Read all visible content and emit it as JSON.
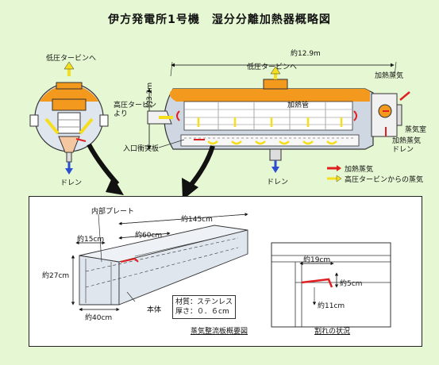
{
  "title": "伊方発電所1号機　湿分分離加熱器概略図",
  "top": {
    "length": "約12.9m",
    "diameter": "約3.2m",
    "lp_turbine_left": "低圧タービンへ",
    "lp_turbine_center": "低圧タービンへ",
    "hp_turbine_from": "高圧タービン\nより",
    "heating_steam": "加熱蒸気",
    "heating_tube": "加熱管",
    "steam_chamber": "蒸気室",
    "heating_steam_drain": "加熱蒸気\nドレン",
    "inlet_baffle": "入口衝突板",
    "drain_left": "ドレン",
    "drain_center": "ドレン"
  },
  "legend": {
    "heating_steam": "加熱蒸気",
    "hp_steam": "高圧タービンからの蒸気"
  },
  "detail": {
    "inner_plate": "内部プレート",
    "len145": "約145cm",
    "len60": "約60cm",
    "len15": "約15cm",
    "len27": "約27cm",
    "len40": "約40cm",
    "body": "本体",
    "material": "材質：ステンレス",
    "thickness": "厚さ：０．６cm",
    "caption": "蒸気整流板概要図",
    "crack_caption": "割れの状況",
    "len19": "約19cm",
    "len5": "約5cm",
    "len11": "約11cm"
  },
  "colors": {
    "background": "#e6f7d3",
    "orange": "#f39a1e",
    "yellow": "#f5df1c",
    "red": "#e02020",
    "blue": "#2a4fd0",
    "steel": "#cfd8e2"
  }
}
